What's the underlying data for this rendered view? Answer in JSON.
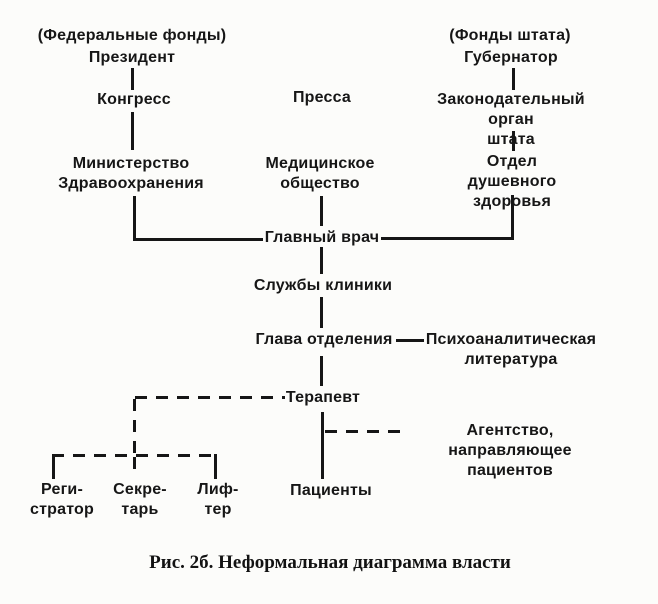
{
  "diagram": {
    "nodes": {
      "federal_funds_note": "(Федеральные фонды)",
      "president": "Президент",
      "congress": "Конгресс",
      "ministry_of_health": "Министерство\nЗдравоохранения",
      "press": "Пресса",
      "medical_society": "Медицинское\nобщество",
      "state_funds_note": "(Фонды штата)",
      "governor": "Губернатор",
      "state_legislature": "Законодательный орган\nштата",
      "mental_health_department": "Отдел\nдушевного здоровья",
      "chief_physician": "Главный врач",
      "clinic_services": "Службы клиники",
      "department_head": "Глава отделения",
      "psychoanalytic_literature": "Психоаналитическая\nлитература",
      "therapist": "Терапевт",
      "referral_agency": "Агентство, направляющее\nпациентов",
      "patients": "Пациенты",
      "registrar": "Реги-\nстратор",
      "secretary": "Секре-\nтарь",
      "elevator_operator": "Лиф-\nтер"
    },
    "caption": "Рис. 2б. Неформальная диаграмма власти",
    "colors": {
      "ink": "#161616",
      "background": "#fcfcfa"
    }
  }
}
